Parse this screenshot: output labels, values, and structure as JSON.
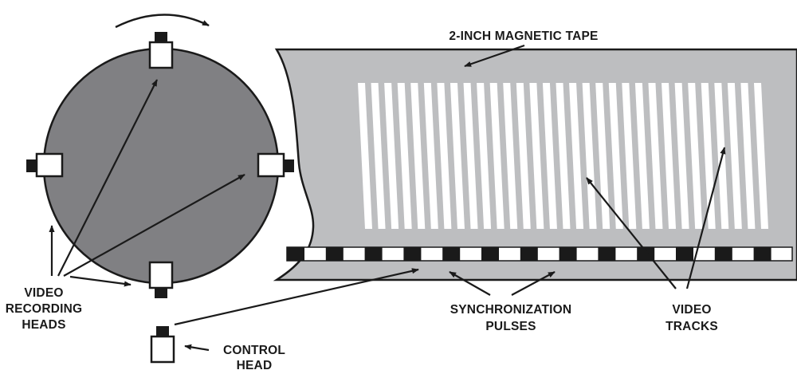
{
  "labels": {
    "tape": "2-INCH MAGNETIC TAPE",
    "video_recording_heads": [
      "VIDEO",
      "RECORDING",
      "HEADS"
    ],
    "synchronization_pulses": [
      "SYNCHRONIZATION",
      "PULSES"
    ],
    "video_tracks": [
      "VIDEO",
      "TRACKS"
    ],
    "control_head": [
      "CONTROL",
      "HEAD"
    ]
  },
  "colors": {
    "drum": "#808083",
    "tape": "#bdbec0",
    "outline": "#1a1a1a",
    "track": "#ffffff",
    "head": "#ffffff",
    "sync_block": "#1a1a1a"
  },
  "counts": {
    "video_tracks": 31,
    "sync_pulses": 13
  }
}
